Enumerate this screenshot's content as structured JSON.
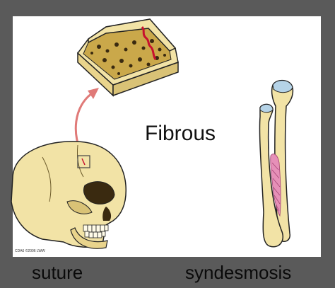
{
  "figure": {
    "title": "Fibrous",
    "labels": {
      "left": "suture",
      "right": "syndesmosis"
    },
    "copyright": "CDA6 ©2006 LWW"
  },
  "colors": {
    "background": "#5a5a5a",
    "panel": "#ffffff",
    "bone": "#f2e3a6",
    "bone_shadow": "#c9b870",
    "suture_line": "#c8102e",
    "arrow": "#e07a78",
    "cartilage": "#b5d3e7",
    "interosseous_membrane": "#e690b8"
  }
}
